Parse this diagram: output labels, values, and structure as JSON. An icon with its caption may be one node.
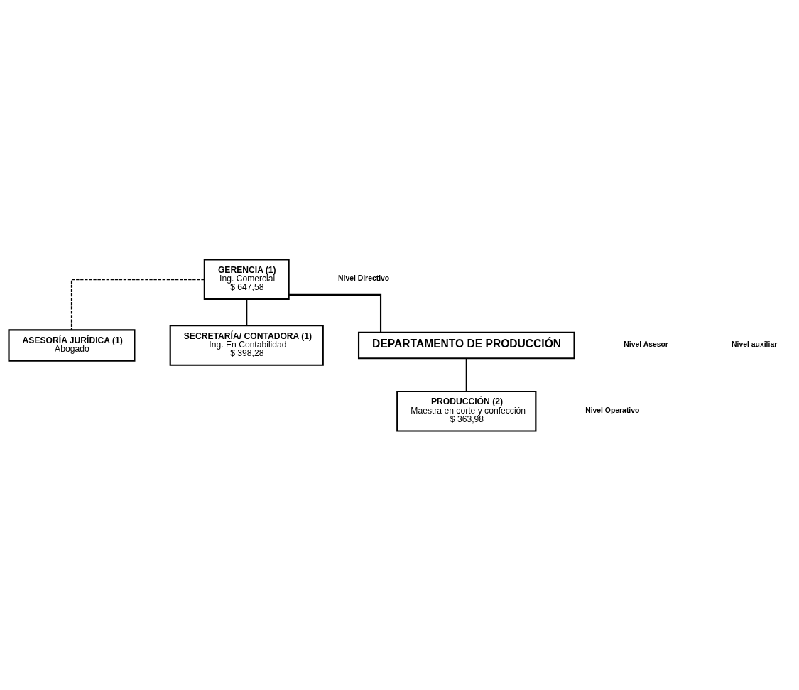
{
  "diagram": {
    "nodes": [
      {
        "text": [
          "GERENCIA (1)",
          "Ing. Comercial",
          "$ 647,58"
        ]
      },
      {
        "text": [
          "ASESORÍA JURÍDICA (1)",
          "Abogado"
        ]
      },
      {
        "text": [
          "SECRETARÍA/ CONTADORA (1)",
          "Ing. En Contabilidad",
          "$ 398,28"
        ]
      },
      {
        "text": [
          "DEPARTAMENTO DE PRODUCCIÓN"
        ]
      },
      {
        "text": [
          "PRODUCCIÓN (2)",
          "Maestra en corte y confección",
          "$ 363,98"
        ]
      }
    ],
    "edges": [
      {
        "from": 0,
        "to": 1,
        "arrow": "none",
        "style": "dashed"
      },
      {
        "from": 0,
        "to": 2,
        "arrow": "none"
      },
      {
        "from": 0,
        "to": 3,
        "arrow": "none"
      },
      {
        "from": 3,
        "to": 4,
        "arrow": "none"
      }
    ],
    "labels": [
      "Nivel Directivo",
      "Nivel Asesor",
      "Nivel auxiliar",
      "Nivel Operativo"
    ]
  }
}
